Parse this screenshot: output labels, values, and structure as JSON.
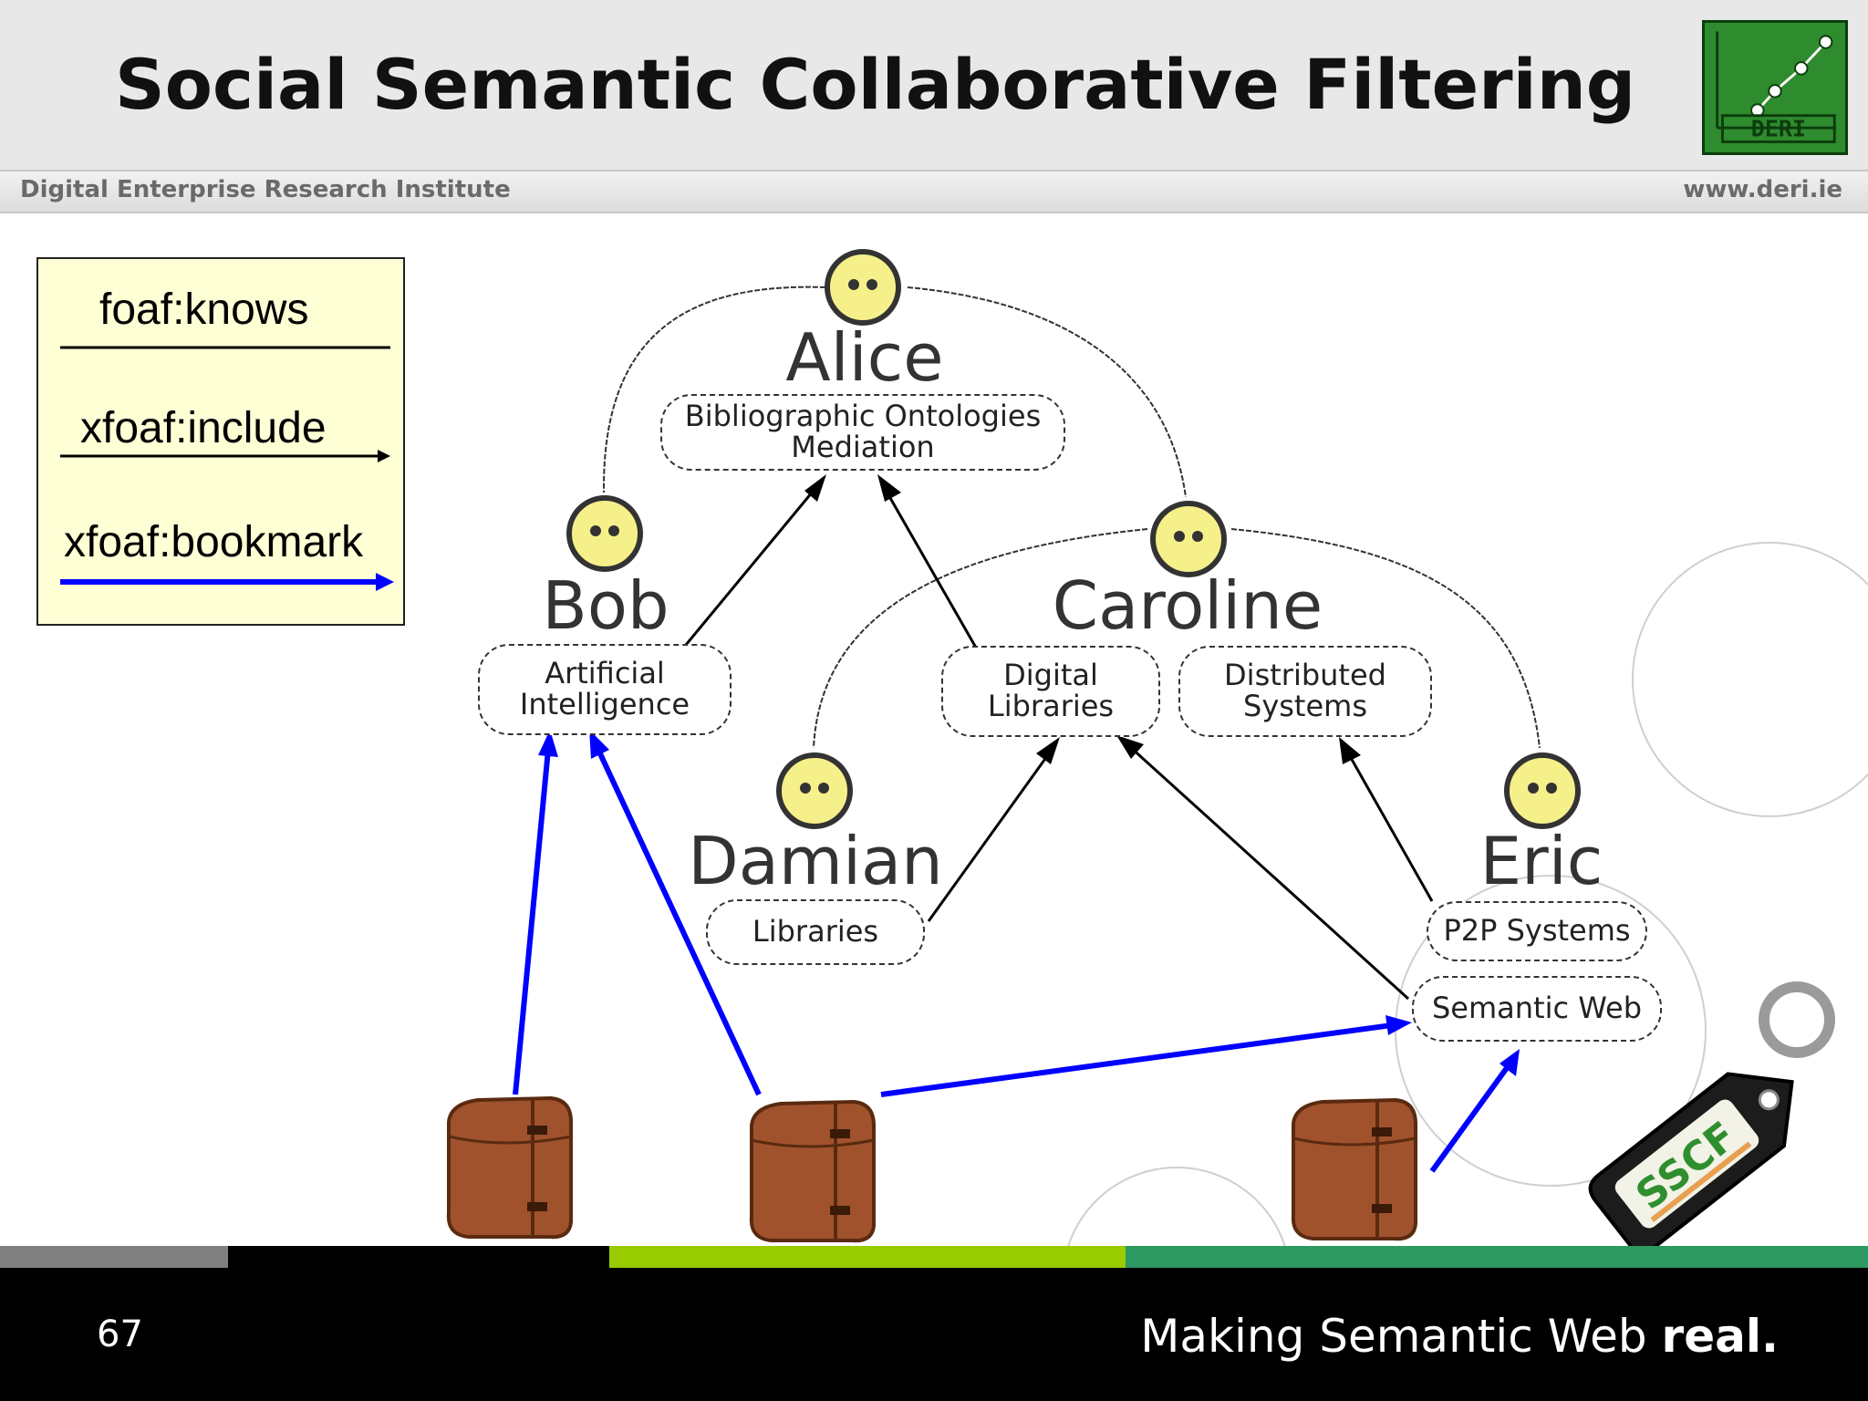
{
  "header": {
    "title": "Social Semantic Collaborative Filtering",
    "institute": "Digital Enterprise Research Institute",
    "website": "www.deri.ie",
    "logo_text": "DERI"
  },
  "legend": {
    "knows": "foaf:knows",
    "include": "xfoaf:include",
    "bookmark": "xfoaf:bookmark",
    "bookmark_color": "#0000ff"
  },
  "people": {
    "alice": "Alice",
    "bob": "Bob",
    "caroline": "Caroline",
    "damian": "Damian",
    "eric": "Eric"
  },
  "interests": {
    "alice": "Bibliographic Ontologies\nMediation",
    "bob": "Artificial\nIntelligence",
    "caroline_1": "Digital\nLibraries",
    "caroline_2": "Distributed\nSystems",
    "damian": "Libraries",
    "eric_1": "P2P Systems",
    "eric_2": "Semantic Web"
  },
  "tag_text": "SSCF",
  "footer": {
    "slide_number": "67",
    "tagline_regular": "Making Semantic Web ",
    "tagline_bold": "real."
  },
  "colors": {
    "face": "#f5f08a",
    "bookmark_arrow": "#0000ff",
    "bag": "#a0522d",
    "stripe_gray": "#808080",
    "stripe_black": "#000000",
    "stripe_lime": "#99cc00",
    "stripe_green": "#2e9960"
  }
}
